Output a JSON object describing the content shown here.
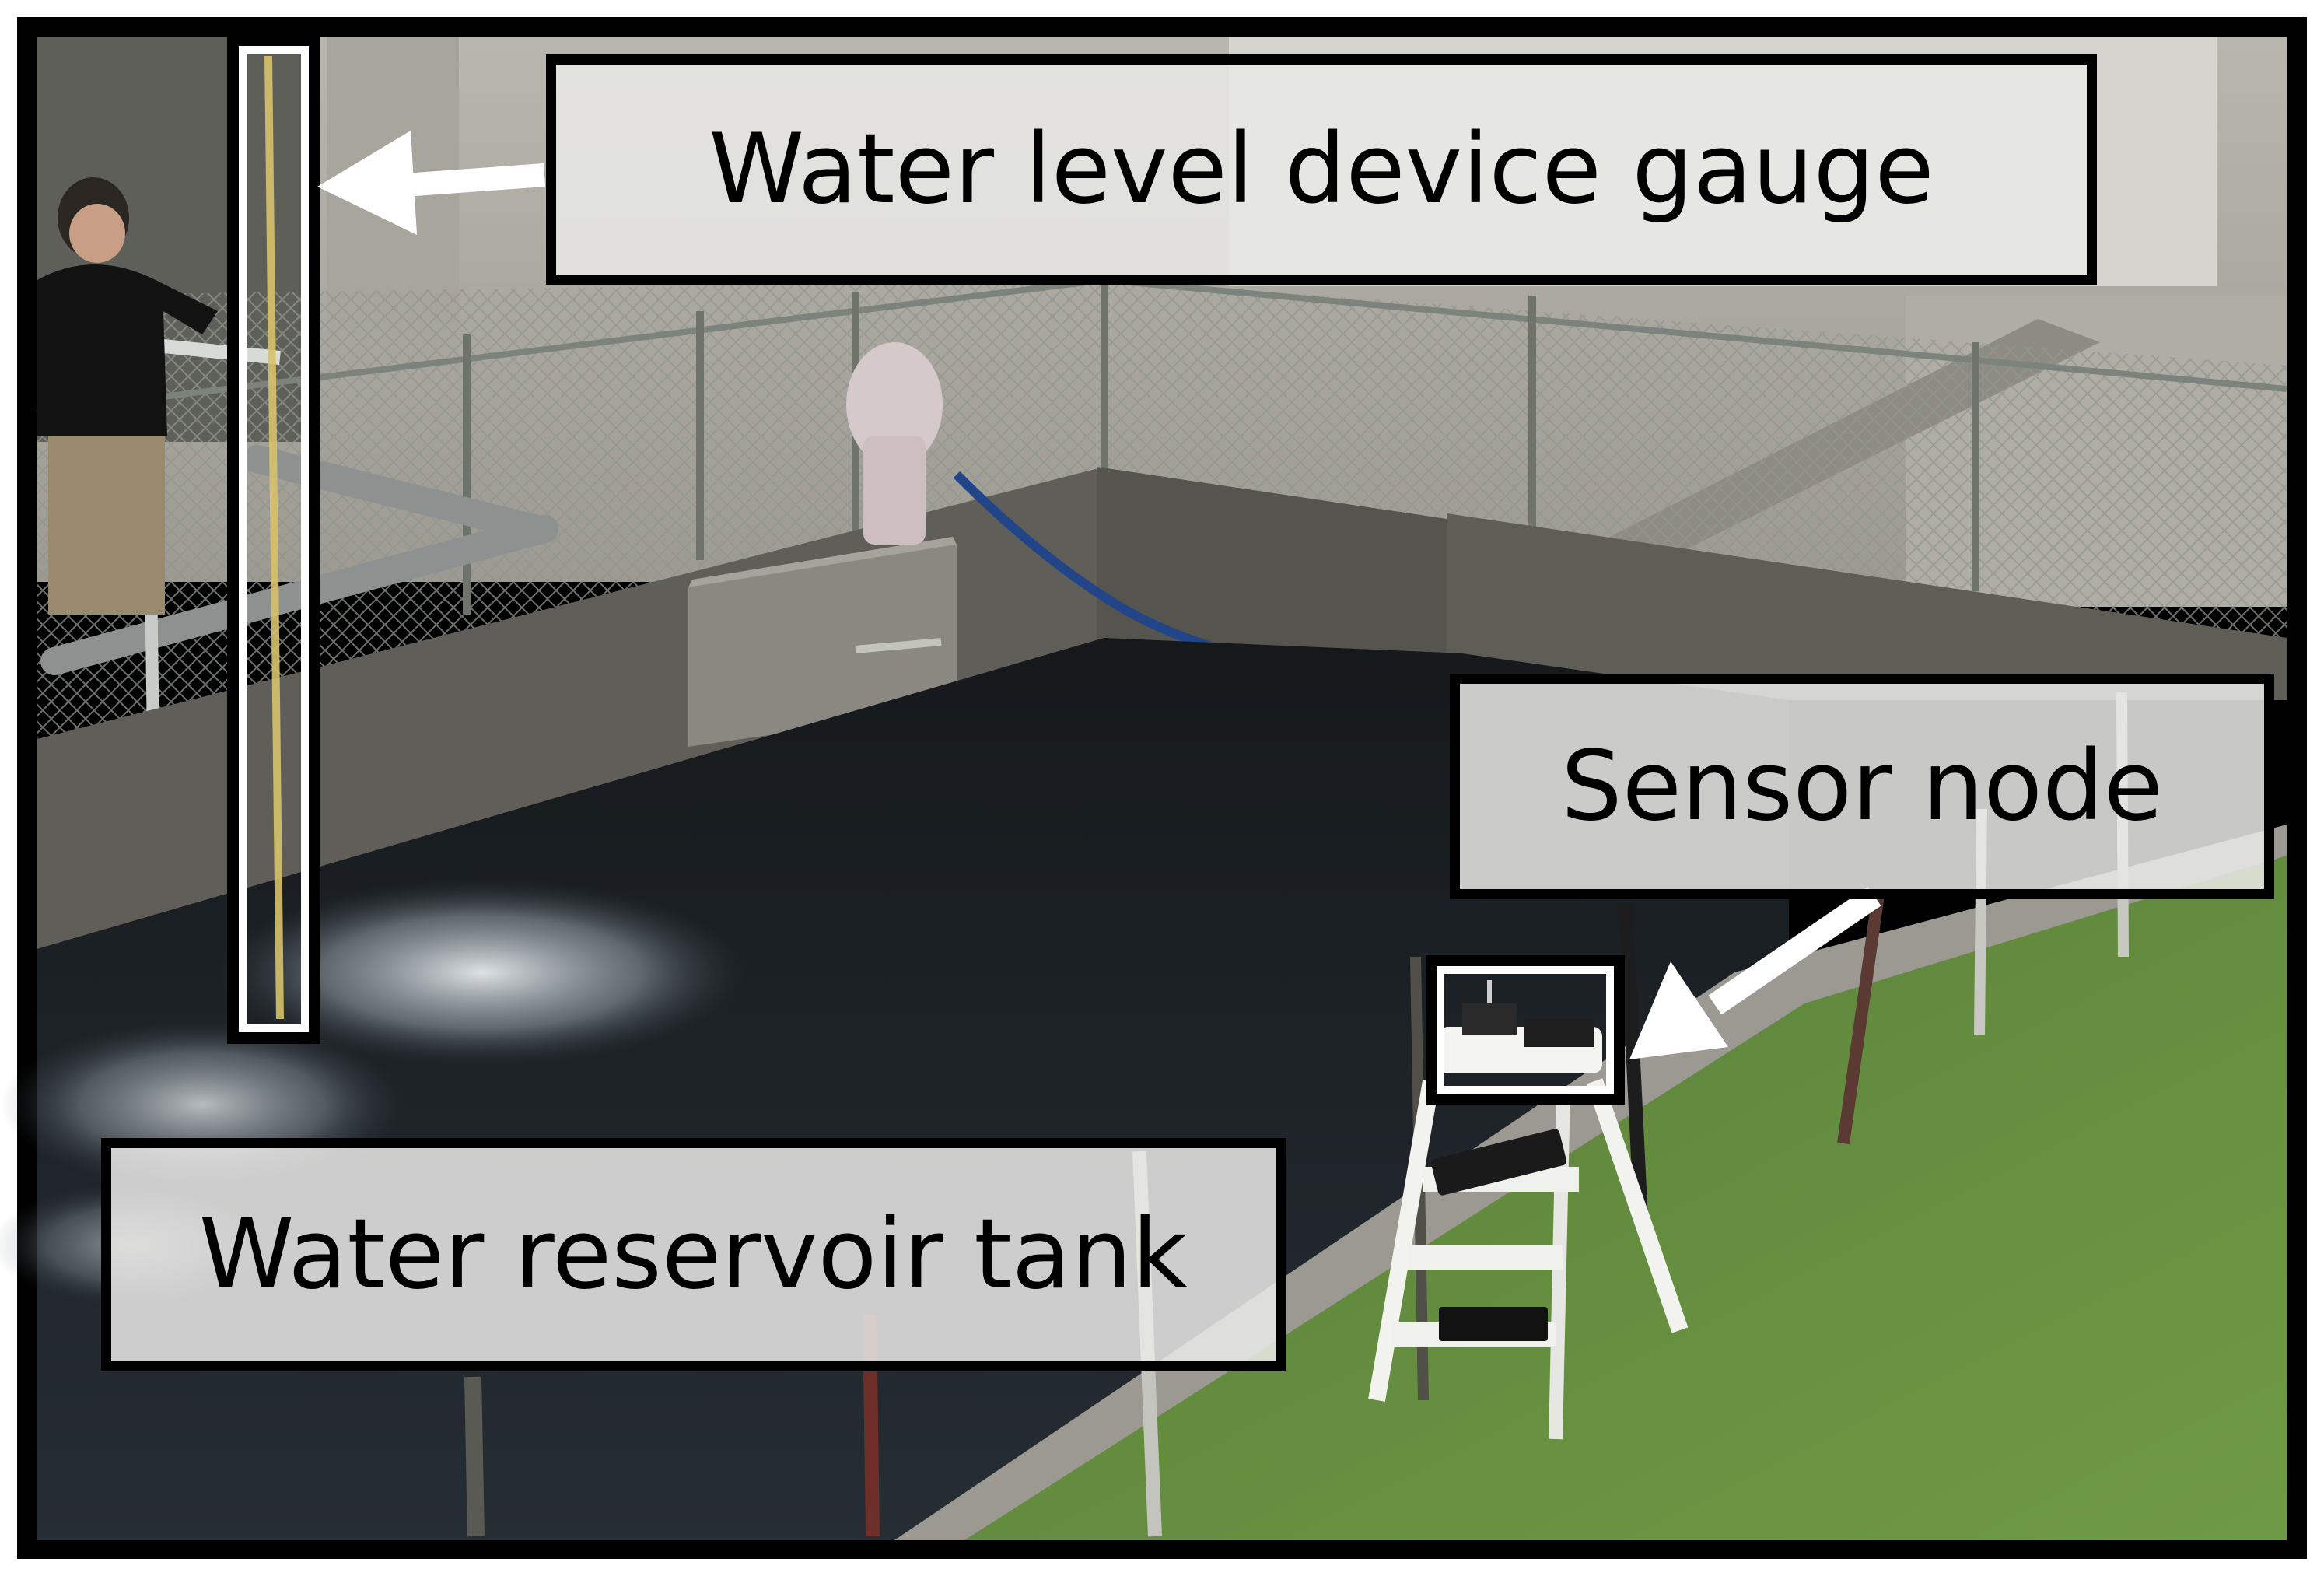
{
  "labels": {
    "gauge": "Water level device gauge",
    "sensor": "Sensor node",
    "reservoir": "Water reservoir tank"
  },
  "photo": {
    "objects": [
      "person-operating-valve",
      "water-level-gauge-pole",
      "chain-link-fence",
      "concrete-tank-wall",
      "concrete-block-pedestal",
      "wrapped-pump",
      "blue-hose",
      "reservoir-water",
      "turbulent-inflow",
      "grass-bank",
      "white-step-ladder",
      "sensor-node-device",
      "keyboard",
      "marker-poles"
    ]
  },
  "colors": {
    "frame": "#000000",
    "label_fill": "#e9e9e7",
    "arrow": "#ffffff",
    "water": "#1c2126",
    "concrete": "#6a6862",
    "grass": "#4f7a34",
    "hose": "#22458a"
  }
}
